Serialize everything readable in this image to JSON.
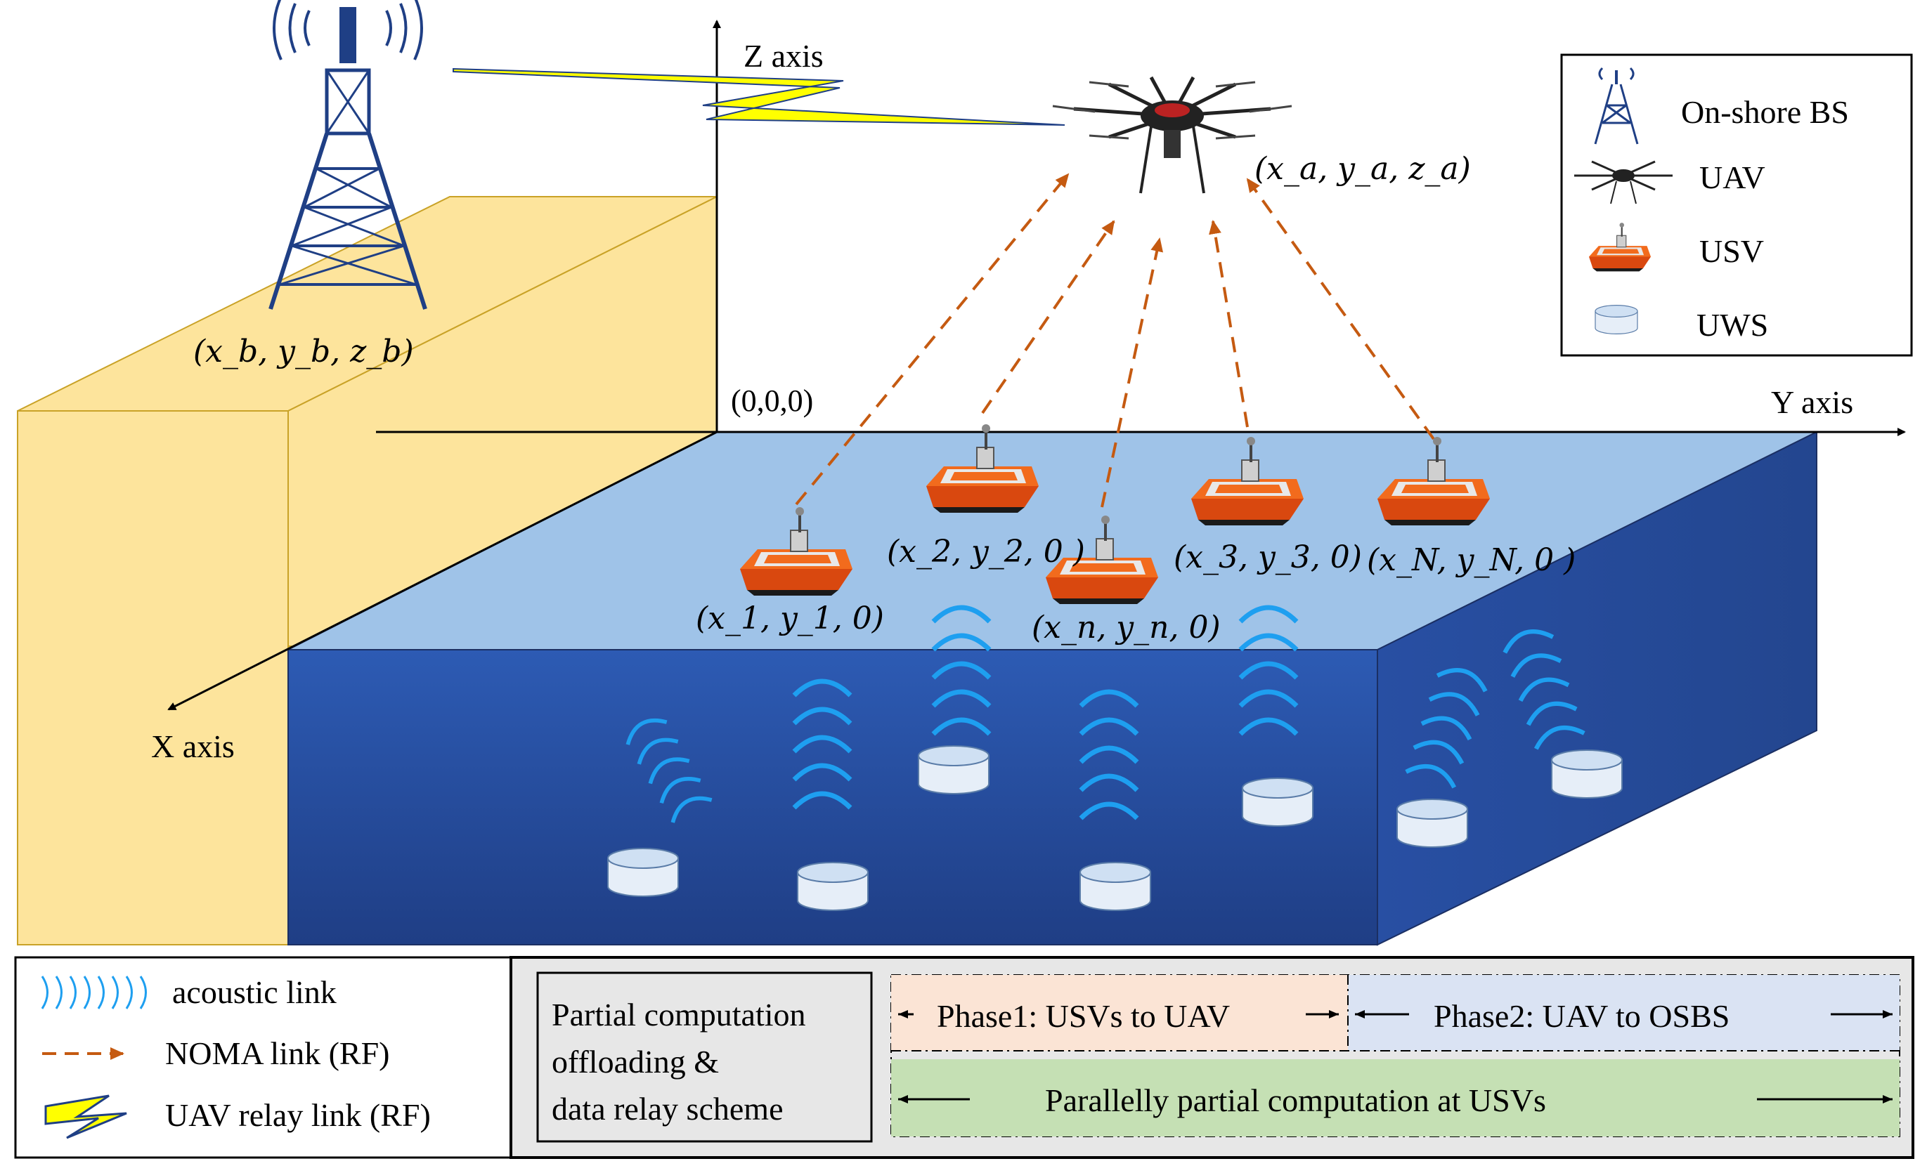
{
  "axes": {
    "z_label": "Z axis",
    "y_label": "Y axis",
    "x_label": "X axis",
    "origin_label": "(0,0,0)"
  },
  "coordinates": {
    "bs": "(x_b, y_b, z_b)",
    "uav": "(x_a, y_a, z_a)",
    "usv1": "(x_1, y_1, 0)",
    "usv2": "(x_2, y_2, 0 )",
    "usvn": "(x_n, y_n, 0)",
    "usv3": "(x_3, y_3, 0)",
    "usvN": "(x_N, y_N, 0 )"
  },
  "legend": {
    "items": [
      {
        "icon": "tower-icon",
        "label": "On-shore BS"
      },
      {
        "icon": "drone-icon",
        "label": "UAV"
      },
      {
        "icon": "boat-icon",
        "label": "USV"
      },
      {
        "icon": "sensor-cylinder-icon",
        "label": "UWS"
      }
    ]
  },
  "link_legend": {
    "acoustic": "acoustic link",
    "noma": "NOMA link (RF)",
    "relay": "UAV relay link (RF)"
  },
  "scheme": {
    "title_lines": [
      "Partial computation",
      "offloading &",
      "data relay scheme"
    ],
    "phase1": "Phase1: USVs to UAV",
    "phase2": "Phase2: UAV to OSBS",
    "parallel": "Parallelly partial computation at USVs"
  },
  "colors": {
    "shore": "#fde49c",
    "water_top": "#9fc3e8",
    "water_front": "#2f54a6",
    "noma_link": "#c55a11",
    "acoustic": "#1e9ff0",
    "relay": "#ffff00",
    "phase1_bg": "#fbe4d5",
    "phase2_bg": "#dae3f3",
    "parallel_bg": "#c5e0b4"
  }
}
